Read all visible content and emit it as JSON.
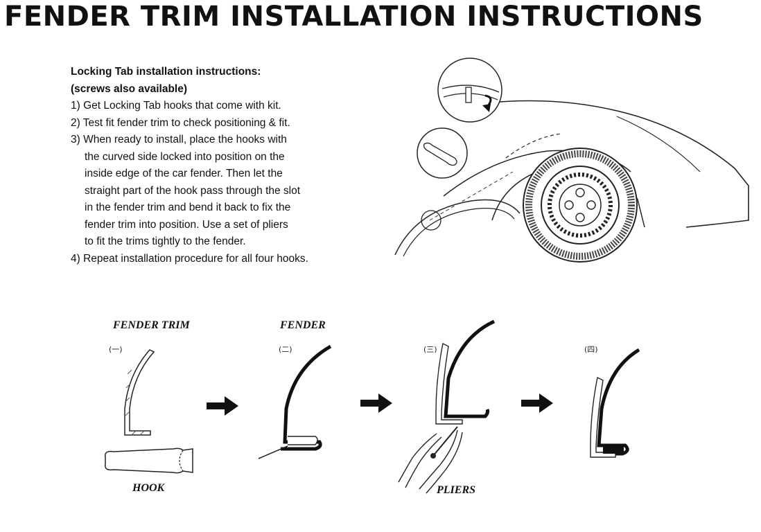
{
  "title": "FENDER TRIM INSTALLATION INSTRUCTIONS",
  "instructions": {
    "heading_line1": "Locking Tab installation instructions:",
    "heading_line2": "(screws also available)",
    "steps": [
      {
        "lines": [
          "1)  Get Locking Tab hooks that come with kit."
        ]
      },
      {
        "lines": [
          "2)  Test fit fender trim to check positioning & fit."
        ]
      },
      {
        "lines": [
          "3)  When ready to install, place the hooks with",
          "the curved side locked into position on the",
          "inside edge of the car fender. Then let the",
          "straight part of the hook pass through the slot",
          "in the fender trim and bend it back to fix the",
          "fender trim into position. Use a set of pliers",
          "to fit the trims tightly to the fender."
        ]
      },
      {
        "lines": [
          "4)  Repeat installation procedure for all four hooks."
        ]
      }
    ]
  },
  "diagram": {
    "labels": {
      "fender_trim": "FENDER TRIM",
      "fender": "FENDER",
      "hook": "HOOK",
      "pliers": "PLIERS"
    },
    "stage_marks": [
      "(一)",
      "(二)",
      "(三)",
      "(四)"
    ]
  }
}
